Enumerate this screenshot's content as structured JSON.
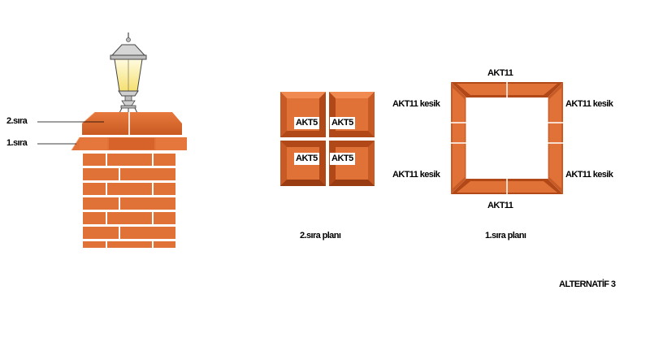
{
  "elevation": {
    "row2_label": "2.sıra",
    "row1_label": "1.sıra"
  },
  "plan2": {
    "tiles": [
      "AKT5",
      "AKT5",
      "AKT5",
      "AKT5"
    ],
    "caption": "2.sıra planı"
  },
  "plan1": {
    "top_label": "AKT11",
    "bottom_label": "AKT11",
    "left_top_label": "AKT11 kesik",
    "right_top_label": "AKT11 kesik",
    "left_bottom_label": "AKT11 kesik",
    "right_bottom_label": "AKT11 kesik",
    "caption": "1.sıra planı"
  },
  "footer": {
    "variant": "ALTERNATİF 3"
  },
  "colors": {
    "brick": "#e07238",
    "brick_dark": "#b04818",
    "brick_light": "#f28a4e",
    "mortar": "#ffffff",
    "lamp_glow": "#fff5b0",
    "lamp_metal": "#c8c8c8"
  }
}
